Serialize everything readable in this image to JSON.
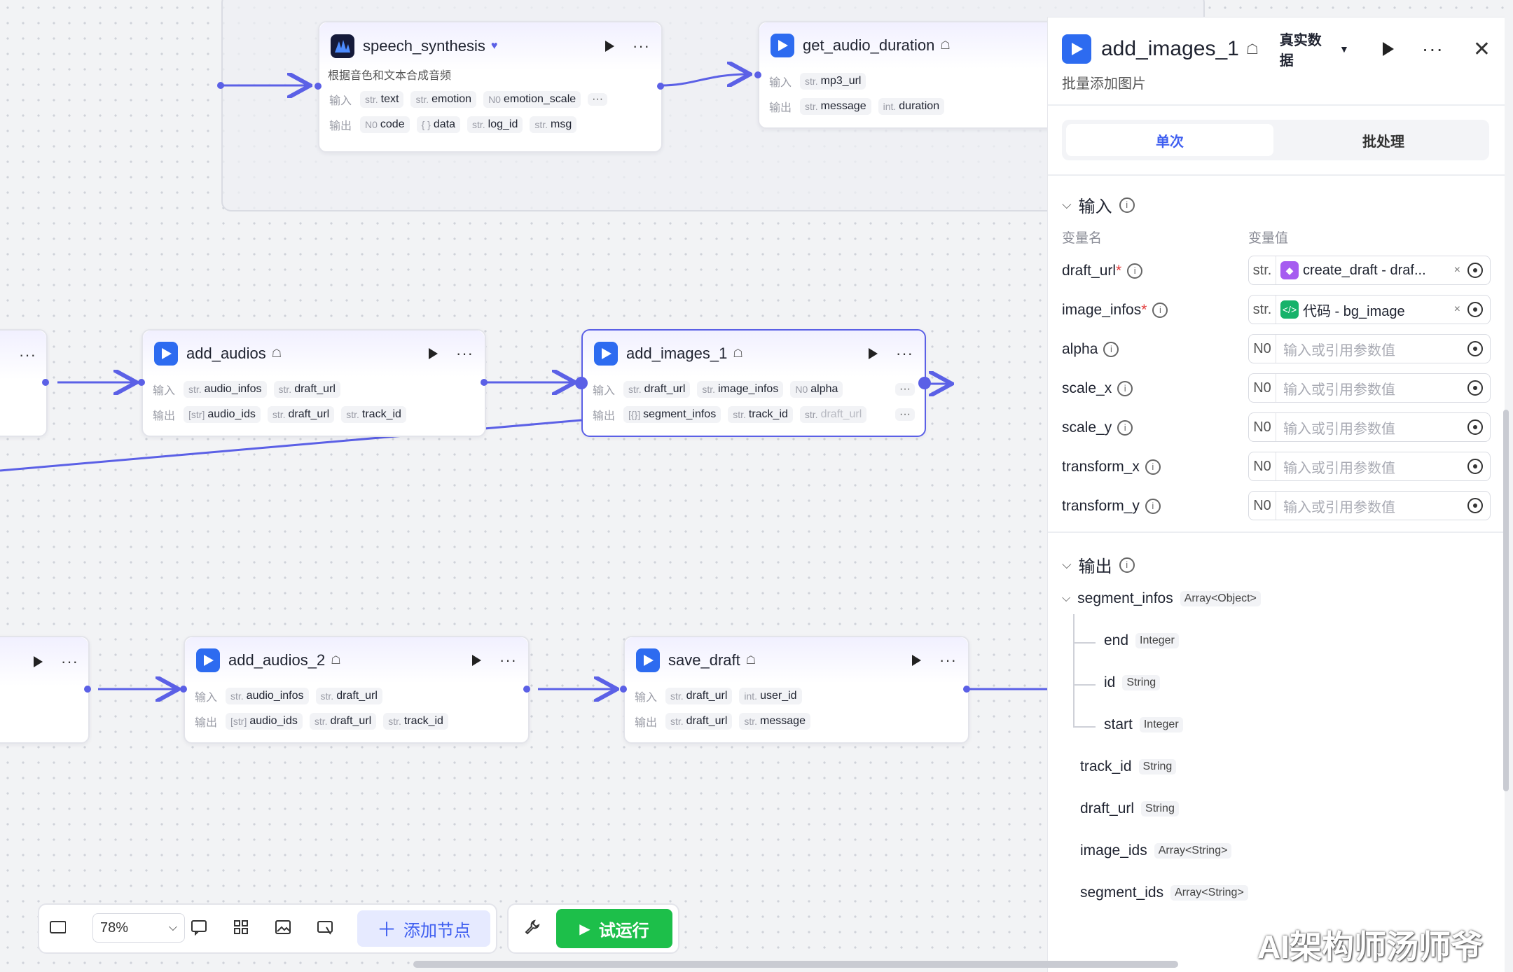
{
  "group": {},
  "nodes": {
    "speech_synthesis": {
      "title": "speech_synthesis",
      "desc": "根据音色和文本合成音频",
      "in_label": "输入",
      "out_label": "输出",
      "inputs": [
        {
          "t": "str.",
          "n": "text"
        },
        {
          "t": "str.",
          "n": "emotion"
        },
        {
          "t": "N0",
          "n": "emotion_scale"
        }
      ],
      "outputs": [
        {
          "t": "N0",
          "n": "code"
        },
        {
          "t": "{ }",
          "n": "data"
        },
        {
          "t": "str.",
          "n": "log_id"
        },
        {
          "t": "str.",
          "n": "msg"
        }
      ]
    },
    "get_audio_duration": {
      "title": "get_audio_duration",
      "in_label": "输入",
      "out_label": "输出",
      "inputs": [
        {
          "t": "str.",
          "n": "mp3_url"
        }
      ],
      "outputs": [
        {
          "t": "str.",
          "n": "message"
        },
        {
          "t": "int.",
          "n": "duration"
        }
      ]
    },
    "add_audios": {
      "title": "add_audios",
      "in_label": "输入",
      "out_label": "输出",
      "inputs": [
        {
          "t": "str.",
          "n": "audio_infos"
        },
        {
          "t": "str.",
          "n": "draft_url"
        }
      ],
      "outputs": [
        {
          "t": "[str]",
          "n": "audio_ids"
        },
        {
          "t": "str.",
          "n": "draft_url"
        },
        {
          "t": "str.",
          "n": "track_id"
        }
      ]
    },
    "add_images_1": {
      "title": "add_images_1",
      "in_label": "输入",
      "out_label": "输出",
      "inputs": [
        {
          "t": "str.",
          "n": "draft_url"
        },
        {
          "t": "str.",
          "n": "image_infos"
        },
        {
          "t": "N0",
          "n": "alpha"
        }
      ],
      "outputs": [
        {
          "t": "[{}]",
          "n": "segment_infos"
        },
        {
          "t": "str.",
          "n": "track_id"
        },
        {
          "t": "str.",
          "n": "draft_url"
        }
      ]
    },
    "add_audios_2": {
      "title": "add_audios_2",
      "in_label": "输入",
      "out_label": "输出",
      "inputs": [
        {
          "t": "str.",
          "n": "audio_infos"
        },
        {
          "t": "str.",
          "n": "draft_url"
        }
      ],
      "outputs": [
        {
          "t": "[str]",
          "n": "audio_ids"
        },
        {
          "t": "str.",
          "n": "draft_url"
        },
        {
          "t": "str.",
          "n": "track_id"
        }
      ]
    },
    "save_draft": {
      "title": "save_draft",
      "in_label": "输入",
      "out_label": "输出",
      "inputs": [
        {
          "t": "str.",
          "n": "draft_url"
        },
        {
          "t": "int.",
          "n": "user_id"
        }
      ],
      "outputs": [
        {
          "t": "str.",
          "n": "draft_url"
        },
        {
          "t": "str.",
          "n": "message"
        }
      ]
    }
  },
  "panel": {
    "title": "add_images_1",
    "data_mode": "真实数据",
    "subtitle": "批量添加图片",
    "tabs": [
      "单次",
      "批处理"
    ],
    "input_section": "输入",
    "col_name": "变量名",
    "col_value": "变量值",
    "params": [
      {
        "name": "draft_url",
        "required": true,
        "type": "str.",
        "ref_icon": "cube-icon",
        "ref_color": "#a65cf0",
        "ref_text": "create_draft - draf..."
      },
      {
        "name": "image_infos",
        "required": true,
        "type": "str.",
        "ref_icon": "code-icon",
        "ref_color": "#17b26a",
        "ref_text": "代码 - bg_image"
      },
      {
        "name": "alpha",
        "required": false,
        "type": "N0",
        "placeholder": "输入或引用参数值"
      },
      {
        "name": "scale_x",
        "required": false,
        "type": "N0",
        "placeholder": "输入或引用参数值"
      },
      {
        "name": "scale_y",
        "required": false,
        "type": "N0",
        "placeholder": "输入或引用参数值"
      },
      {
        "name": "transform_x",
        "required": false,
        "type": "N0",
        "placeholder": "输入或引用参数值"
      },
      {
        "name": "transform_y",
        "required": false,
        "type": "N0",
        "placeholder": "输入或引用参数值"
      }
    ],
    "output_section": "输出",
    "outputs": [
      {
        "name": "segment_infos",
        "type": "Array<Object>",
        "children": [
          {
            "name": "end",
            "type": "Integer"
          },
          {
            "name": "id",
            "type": "String"
          },
          {
            "name": "start",
            "type": "Integer"
          }
        ]
      },
      {
        "name": "track_id",
        "type": "String"
      },
      {
        "name": "draft_url",
        "type": "String"
      },
      {
        "name": "image_ids",
        "type": "Array<String>"
      },
      {
        "name": "segment_ids",
        "type": "Array<String>"
      }
    ]
  },
  "toolbar": {
    "zoom": "78%",
    "add_node": "添加节点",
    "run": "试运行"
  },
  "watermark": "AI架构师汤师爷",
  "colors": {
    "accent": "#5b60e6",
    "run_green": "#1dbf4a",
    "link_blue": "#3f5ff0"
  }
}
